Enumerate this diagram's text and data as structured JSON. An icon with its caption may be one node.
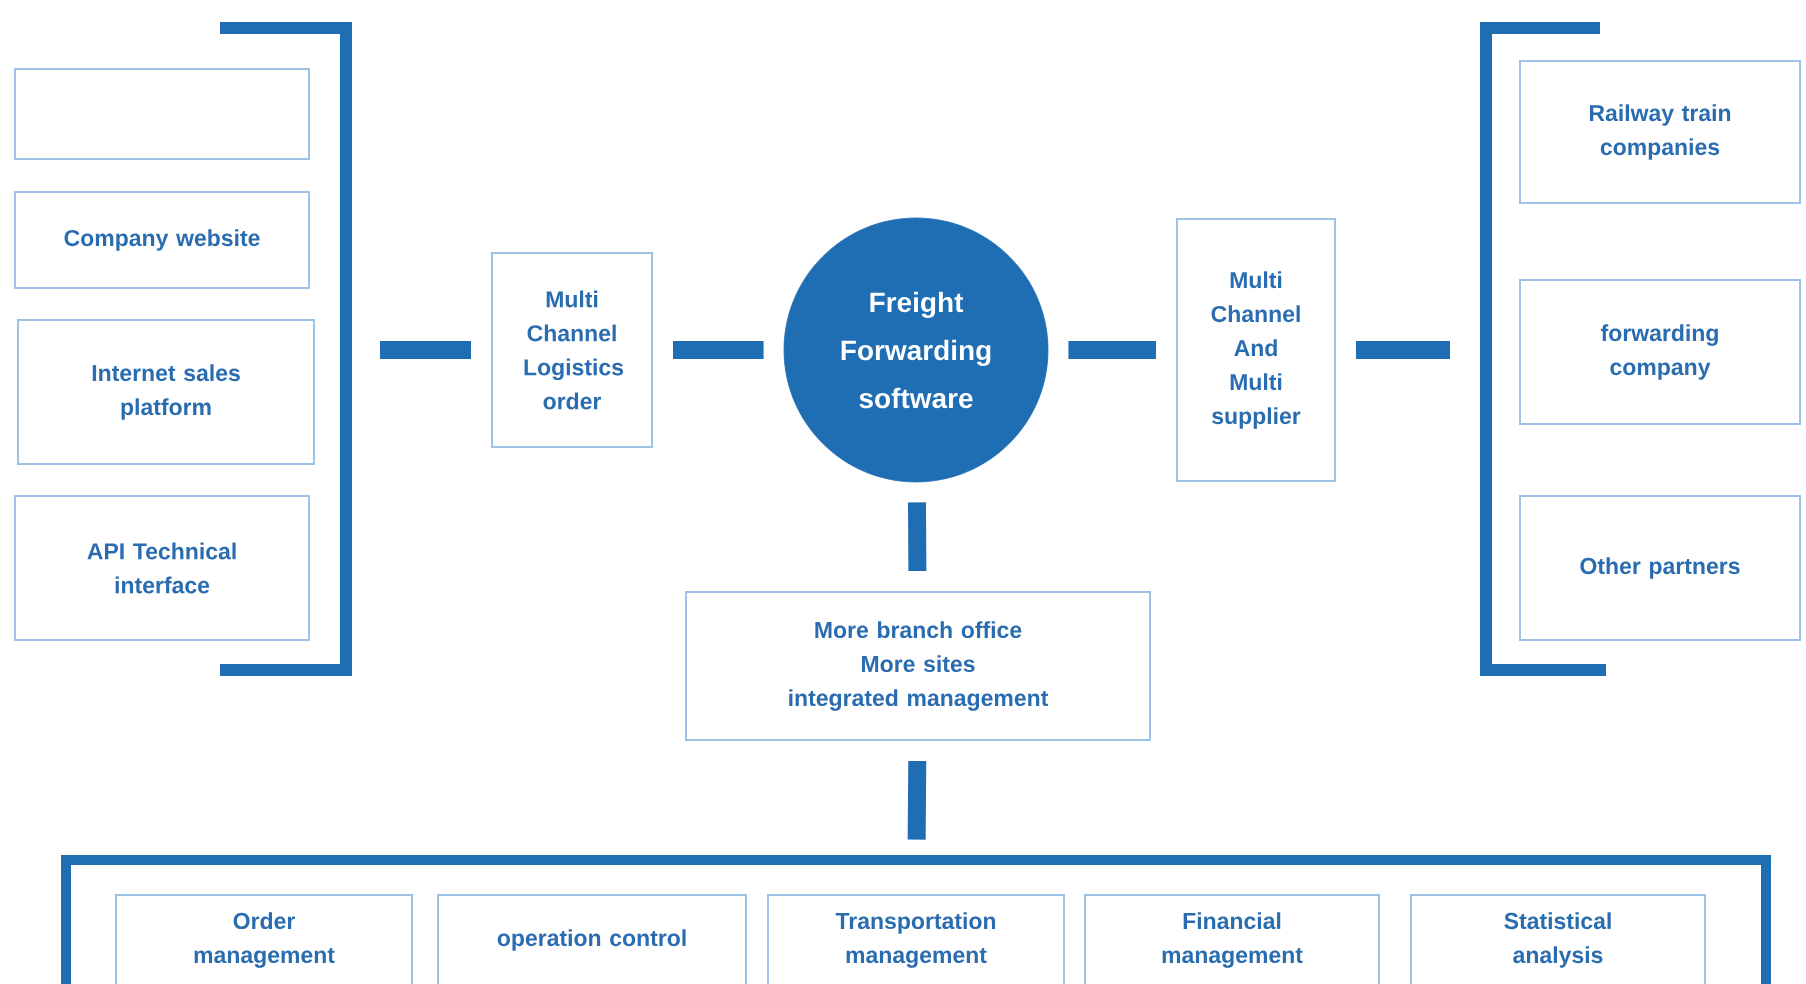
{
  "diagram": {
    "nodes": [
      {
        "text": [],
        "shape": "box"
      },
      {
        "text": [
          "Company website"
        ]
      },
      {
        "text": [
          "Internet sales platform"
        ]
      },
      {
        "text": [
          "API Technical interface"
        ]
      },
      {
        "text": [
          "Multi Channel Logistics order"
        ]
      },
      {
        "text": [
          "Freight Forwarding software"
        ]
      },
      {
        "text": [
          "Multi Channel And Multi supplier"
        ]
      },
      {
        "text": [
          "Railway train companies"
        ]
      },
      {
        "text": [
          "forwarding company"
        ]
      },
      {
        "text": [
          "Other partners"
        ]
      },
      {
        "text": [
          "More branch office",
          "More sites",
          "integrated management"
        ]
      },
      {
        "text": [],
        "shape": "box"
      },
      {
        "text": [
          "Order management"
        ],
        "in": 11
      },
      {
        "text": [
          "operation control"
        ],
        "in": 11
      },
      {
        "text": [
          "Transportation management"
        ],
        "in": 11
      },
      {
        "text": [
          "Financial management"
        ],
        "in": 11
      },
      {
        "text": [
          "Statistical analysis"
        ],
        "in": 11
      }
    ],
    "edges": [
      {
        "from": null,
        "to": 4,
        "arrow": "none"
      },
      {
        "from": 4,
        "to": 5,
        "arrow": "none"
      },
      {
        "from": 5,
        "to": 6,
        "arrow": "none"
      },
      {
        "from": 6,
        "to": null,
        "arrow": "none"
      },
      {
        "from": 5,
        "to": 10,
        "arrow": "none"
      },
      {
        "from": 10,
        "to": 11,
        "arrow": "none"
      }
    ]
  }
}
